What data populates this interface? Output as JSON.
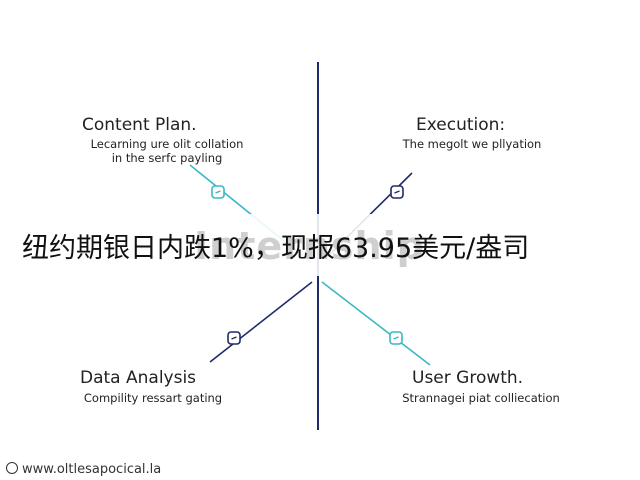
{
  "nodes": [
    {
      "id": "content-plan",
      "title": "Content Plan.",
      "desc": [
        "Lecarning ure olit collation",
        "in the serfc payling"
      ],
      "icon": "link-icon",
      "accent": "#3bb8c4"
    },
    {
      "id": "execution",
      "title": "Execution:",
      "desc": [
        "The megolt we pllyation"
      ],
      "icon": "link-icon",
      "accent": "#1f2a6b"
    },
    {
      "id": "data-analysis",
      "title": "Data Analysis",
      "desc": [
        "Compility ressart gating"
      ],
      "icon": "link-icon",
      "accent": "#1f2a6b"
    },
    {
      "id": "user-growth",
      "title": "User Growth.",
      "desc": [
        "Strannagei piat colliecation"
      ],
      "icon": "link-icon",
      "accent": "#3bb8c4"
    }
  ],
  "banner": {
    "headline": "纽约期银日内跌1%，现报63.95美元/盎司",
    "watermark": "Internship"
  },
  "footer": {
    "url": "www.oltlesapocical.la"
  },
  "colors": {
    "navy": "#1f2a6b",
    "teal": "#3bb8c4"
  }
}
